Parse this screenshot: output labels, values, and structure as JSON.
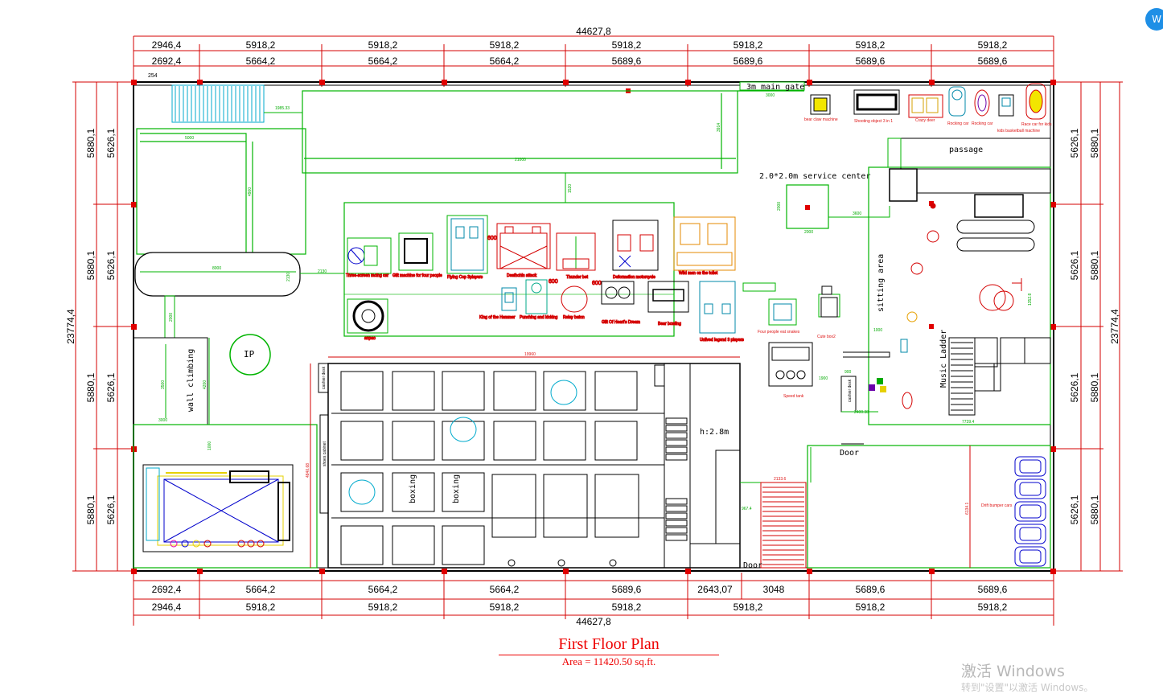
{
  "dims": {
    "overall_top": "44627,8",
    "overall_bottom": "44627,8",
    "overall_left": "23774,4",
    "overall_right": "23774,4",
    "top_row1": [
      "2946,4",
      "5918,2",
      "5918,2",
      "5918,2",
      "5918,2",
      "5918,2",
      "5918,2",
      "5918,2"
    ],
    "top_row2": [
      "2692,4",
      "5664,2",
      "5664,2",
      "5664,2",
      "5689,6",
      "5689,6",
      "5689,6",
      "5689,6"
    ],
    "bottom_row1": [
      "2692,4",
      "5664,2",
      "5664,2",
      "5664,2",
      "5689,6",
      "2643,07",
      "3048",
      "5689,6",
      "5689,6"
    ],
    "bottom_row2": [
      "2946,4",
      "5918,2",
      "5918,2",
      "5918,2",
      "5918,2",
      "5918,2",
      "5918,2",
      "5918,2"
    ],
    "left_outer": [
      "5880,1",
      "5880,1",
      "5880,1",
      "5880,1"
    ],
    "left_inner": [
      "5626,1",
      "5626,1",
      "5626,1",
      "5626,1"
    ],
    "right_inner": [
      "5626,1",
      "5626,1",
      "5626,1",
      "5626,1"
    ],
    "right_outer": [
      "5880,1",
      "5880,1",
      "5880,1",
      "5880,1"
    ],
    "corner_small": "254"
  },
  "labels": {
    "main_gate": "3m main gate",
    "service_center": "2.0*2.0m service center",
    "passage": "passage",
    "sitting_area": "sitting area",
    "music_ladder": "Music Ladder",
    "wall_climbing": "wall climbing",
    "ip": "IP",
    "height": "h:2.8m",
    "door_top": "Door",
    "door_bottom": "Door",
    "boxing1": "boxing",
    "boxing2": "boxing",
    "shoes_cabinet": "shoes cabinet",
    "gate_w": "3000",
    "track_w": "21000",
    "track_h": "3914",
    "pit_w": "5000",
    "pit_h": "4900",
    "curve_w": "8000",
    "gap_2130": "2130",
    "gap_1985": "1985.33",
    "gap_1520": "1520",
    "center_w": "2000",
    "center_h": "2000",
    "center_gap": "3600",
    "arena_w": "19960",
    "arena_h": "4840.68",
    "stair_w": "2133.6",
    "door_967": "967.4",
    "climb_h": "3500",
    "climb_w": "3000",
    "climb_h2": "4200",
    "play_w": "2000",
    "play_h": "1000",
    "drift_h": "6134.1",
    "ladder_w": "7739.4",
    "counter_w": "2400.38",
    "sit_h": "1352.8",
    "counter_900": "900",
    "small_1900": "1900",
    "small_1000": "1000"
  },
  "machines": {
    "racing": "Three-screen racing car",
    "gift4": "Gift machine for four people",
    "flyingcop": "Flying Cop 3players",
    "deathchin": "Deathchin attack",
    "thunder": "Thunder bet",
    "deform": "Deformation motorcycle",
    "toilet": "Wild man on the toilet",
    "anpao": "anpao",
    "hammer": "King of the Hammer",
    "punch": "Punching and kicking",
    "relay": "Relay baton",
    "gift_heart": "Gift Of Heart's Dream",
    "bowling": "Bear bowling",
    "legend": "Unlived legend 3 players",
    "snakes": "Four people eat snakes",
    "cutebox": "Cute box2",
    "speedtank": "Speed tank",
    "bearclaw": "bear claw machine",
    "shooting": "Shooting object 3 in 1",
    "crazydeer": "Crazy deer",
    "rocking1": "Rocking car",
    "rocking2": "Rocking car",
    "basketball": "kids basketball machine",
    "racecar": "Race car for kids",
    "drift": "Drift bumper cars",
    "m600a": "600",
    "m600b": "600",
    "m600c": "600",
    "cashier": "cashier desk",
    "cashier2": "cashier desk"
  },
  "title": {
    "name": "First Floor Plan",
    "area": "Area = 11420.50 sq.ft."
  },
  "watermark": {
    "line1": "激活 Windows",
    "line2": "转到\"设置\"以激活 Windows。"
  },
  "colors": {
    "wall": "#d40000",
    "zone": "#00b400",
    "equipment": "#d40000",
    "furniture": "#000000",
    "stair": "#00aacc"
  }
}
